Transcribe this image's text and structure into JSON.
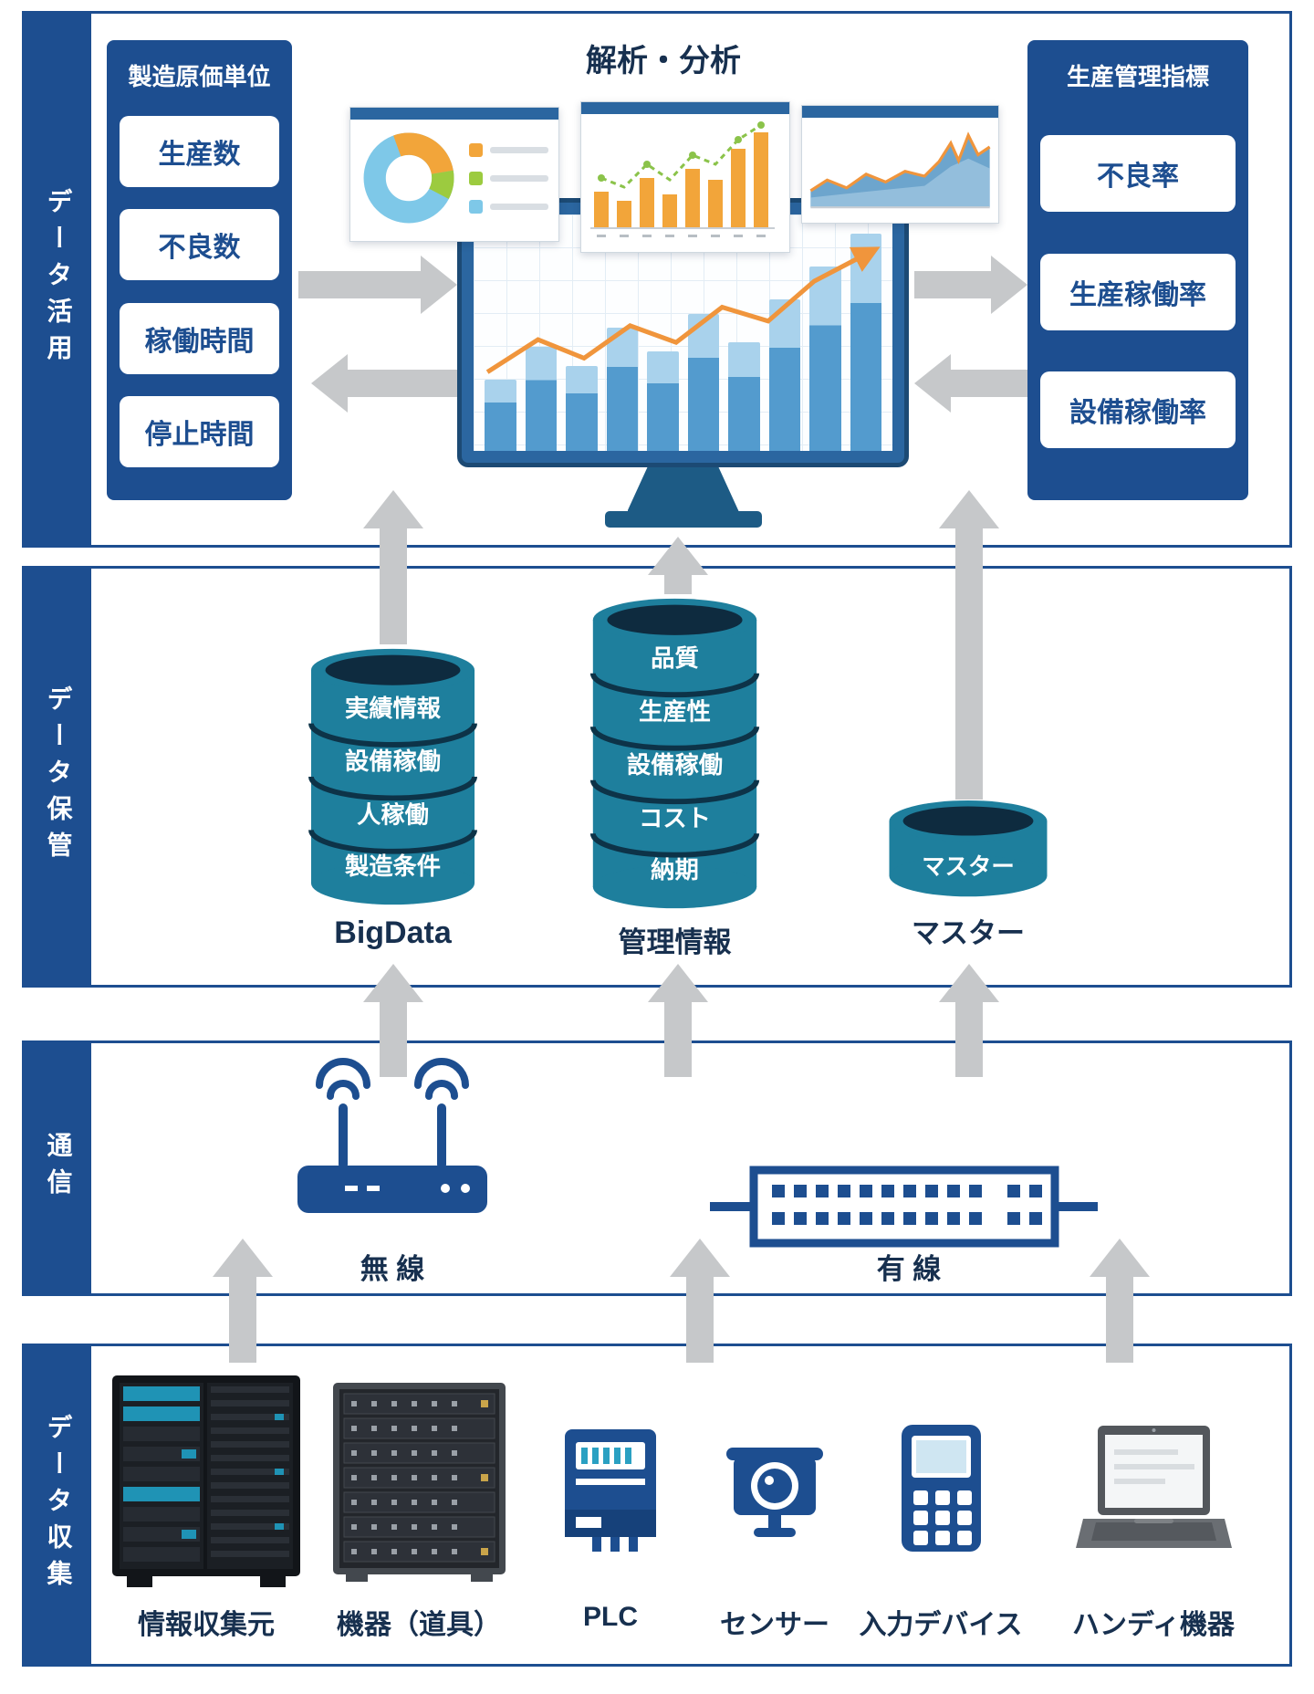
{
  "colors": {
    "navy": "#1d4e90",
    "teal": "#1e7f9d",
    "teal-dark": "#0e2b3f",
    "teal-line": "#0d3348",
    "gray": "#c6c8ca",
    "text": "#17304f",
    "orange": "#f0953c",
    "monitor-blue": "#2b66a0",
    "monitor-frame": "#1c4a74",
    "bar-light": "#a9d2ec",
    "bar-mid": "#539bce"
  },
  "sections": {
    "utilization": {
      "sidebar": "データ活用",
      "title": "解析・分析",
      "left_panel": {
        "title": "製造原価単位",
        "items": [
          "生産数",
          "不良数",
          "稼働時間",
          "停止時間"
        ]
      },
      "right_panel": {
        "title": "生産管理指標",
        "items": [
          "不良率",
          "生産稼働率",
          "設備稼働率"
        ]
      }
    },
    "storage": {
      "sidebar": "データ保管",
      "bigdata": {
        "segments": [
          "実績情報",
          "設備稼働",
          "人稼働",
          "製造条件"
        ],
        "label": "BigData"
      },
      "management": {
        "segments": [
          "品質",
          "生産性",
          "設備稼働",
          "コスト",
          "納期"
        ],
        "label": "管理情報"
      },
      "master": {
        "body_label": "マスター",
        "label": "マスター"
      }
    },
    "communication": {
      "sidebar": "通信",
      "wireless_label": "無 線",
      "wired_label": "有 線"
    },
    "collection": {
      "sidebar": "データ収集",
      "devices": [
        {
          "label": "情報収集元"
        },
        {
          "label": "機器（道具）"
        },
        {
          "label": "PLC"
        },
        {
          "label": "センサー"
        },
        {
          "label": "入力デバイス"
        },
        {
          "label": "ハンディ機器"
        }
      ]
    }
  }
}
